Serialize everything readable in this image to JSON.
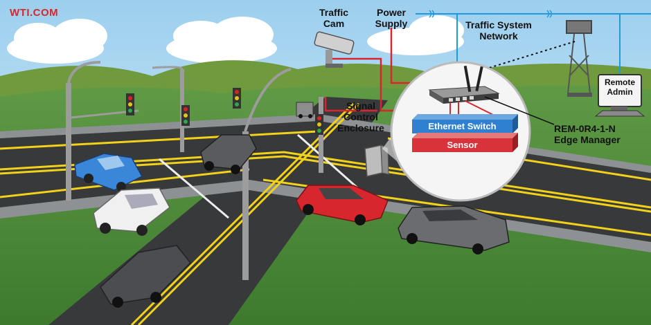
{
  "brand": "WTI.COM",
  "labels": {
    "traffic_cam": [
      "Traffic",
      "Cam"
    ],
    "power_supply": [
      "Power",
      "Supply"
    ],
    "network": [
      "Traffic System",
      "Network"
    ],
    "enclosure": [
      "Signal",
      "Control",
      "Enclosure"
    ],
    "edge_manager": [
      "REM-0R4-1-N",
      "Edge Manager"
    ],
    "remote_admin": [
      "Remote",
      "Admin"
    ],
    "ethernet_switch": "Ethernet Switch",
    "sensor": "Sensor"
  },
  "colors": {
    "sky": "#bfe0f4",
    "road": "#3a3a3c",
    "lane": "#f2d21a",
    "grass": "#4f8a3a",
    "cable_red": "#d8262e",
    "network_blue": "#1e9be0",
    "switch_blue": "#2f80d0",
    "sensor_red": "#d8323a"
  }
}
